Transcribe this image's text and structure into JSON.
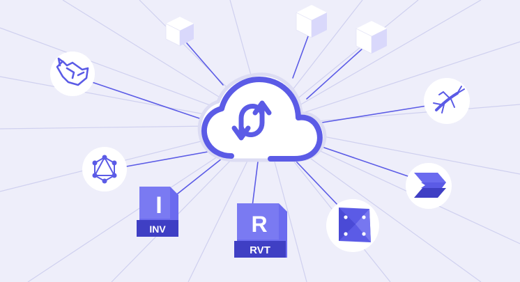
{
  "hub": {
    "icon": "cloud-sync-icon"
  },
  "nodes": [
    {
      "id": "cube-top-left",
      "icon": "cube-icon"
    },
    {
      "id": "cube-top-center",
      "icon": "cube-icon"
    },
    {
      "id": "cube-top-right",
      "icon": "cube-icon"
    },
    {
      "id": "rhino",
      "icon": "rhino-icon"
    },
    {
      "id": "grasshopper",
      "icon": "grasshopper-icon"
    },
    {
      "id": "graphql",
      "icon": "graphql-icon"
    },
    {
      "id": "power-automate",
      "icon": "power-automate-icon"
    },
    {
      "id": "inventor",
      "icon": "inventor-icon",
      "letter": "I",
      "label": "INV"
    },
    {
      "id": "revit",
      "icon": "revit-icon",
      "letter": "R",
      "label": "RVT"
    },
    {
      "id": "dynamo",
      "icon": "dynamo-icon"
    }
  ],
  "colors": {
    "background": "#eeeefa",
    "accent": "#5b5be6",
    "accent_dark": "#3f3fc4",
    "cube_face": "#d9d8fb",
    "connector": "#5b5be6",
    "radial_line": "#cfd0ef"
  }
}
